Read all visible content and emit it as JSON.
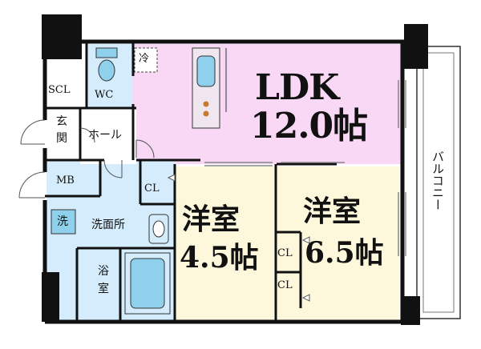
{
  "rooms": {
    "ldk_name": "LDK",
    "ldk_size": "12.0帖",
    "western1_name": "洋室",
    "western1_size": "4.5帖",
    "western2_name": "洋室",
    "western2_size": "6.5帖",
    "hall": "ホール",
    "entrance_1": "玄",
    "entrance_2": "関",
    "toilet": "WC",
    "shoe_closet": "SCL",
    "meter_box": "MB",
    "washroom": "洗面所",
    "washer": "洗",
    "bath_1": "浴",
    "bath_2": "室",
    "closet_1": "CL",
    "closet_2": "CL",
    "closet_3": "CL",
    "fridge": "冷",
    "balcony": "バルコニー"
  },
  "colors": {
    "ldk": "#f8d8f4",
    "western": "#fdf8dc",
    "wet_area": "#d4ecfb",
    "fixture": "#8fd0ec",
    "wall": "#111111"
  }
}
